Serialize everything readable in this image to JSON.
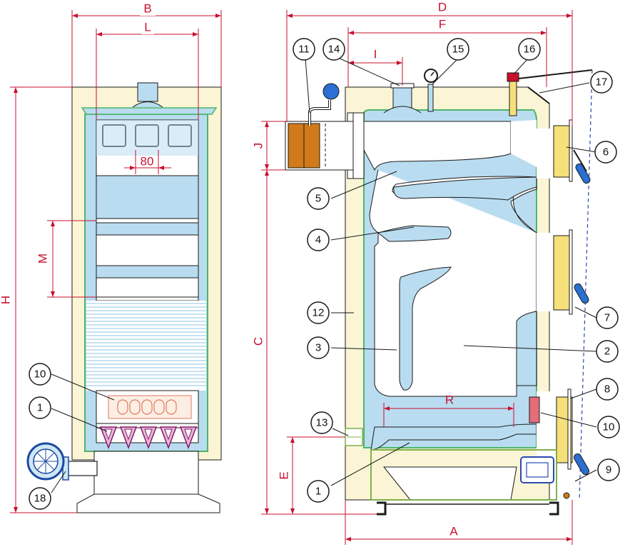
{
  "diagram": {
    "dimensions": {
      "B": "B",
      "L": "L",
      "D": "D",
      "F": "F",
      "H": "H",
      "M": "M",
      "C": "C",
      "J": "J",
      "E": "E",
      "A": "A",
      "R": "R",
      "I": "I",
      "eighty": "80"
    },
    "callouts": {
      "c1a": "1",
      "c1b": "1",
      "c2": "2",
      "c3": "3",
      "c4": "4",
      "c5": "5",
      "c6": "6",
      "c7": "7",
      "c8": "8",
      "c9": "9",
      "c10a": "10",
      "c10b": "10",
      "c11": "11",
      "c12": "12",
      "c13": "13",
      "c14": "14",
      "c15": "15",
      "c16": "16",
      "c17": "17",
      "c18": "18"
    },
    "colors": {
      "dimension": "#c8102e",
      "insulation": "#fbf5d6",
      "water_jacket": "#b9dcf0",
      "inner_outline": "#4cb56a",
      "door": "#f5e07a",
      "flue_insulation": "#d27a1a",
      "outline": "#1a1a1a"
    }
  }
}
